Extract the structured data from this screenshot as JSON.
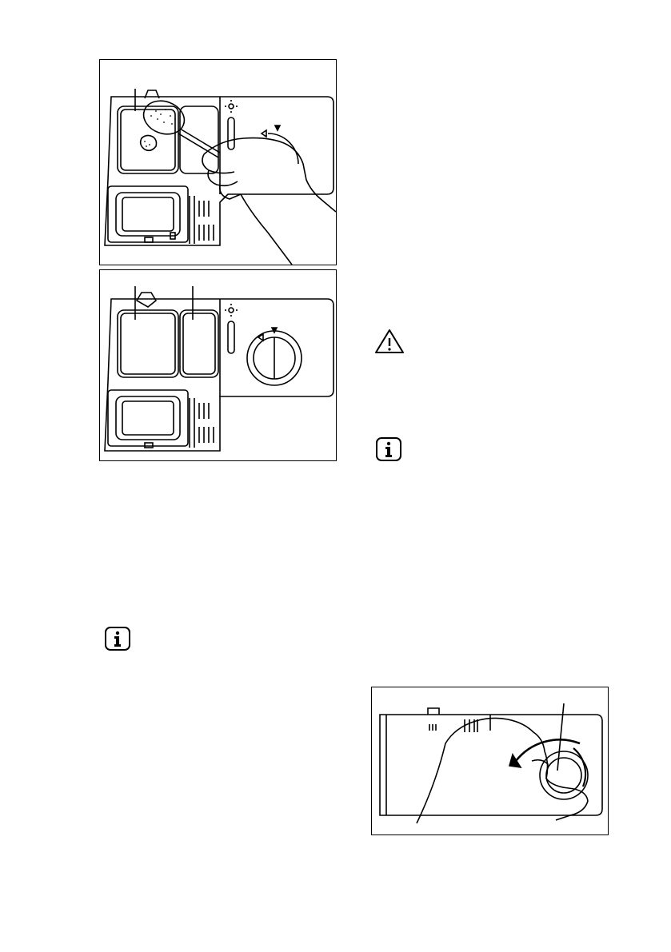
{
  "figures": [
    {
      "id": "fig-detergent-fill",
      "icon": "hand-spoon-pouring-detergent-illustration"
    },
    {
      "id": "fig-dispenser-compartments",
      "icon": "detergent-dispenser-illustration"
    },
    {
      "id": "fig-rinse-aid-dial",
      "icon": "hand-turning-rinse-aid-dial-illustration"
    }
  ],
  "icons": [
    {
      "name": "warning-icon",
      "symbol": "!"
    },
    {
      "name": "info-icon",
      "symbol": "i"
    },
    {
      "name": "info-icon",
      "symbol": "i"
    }
  ]
}
